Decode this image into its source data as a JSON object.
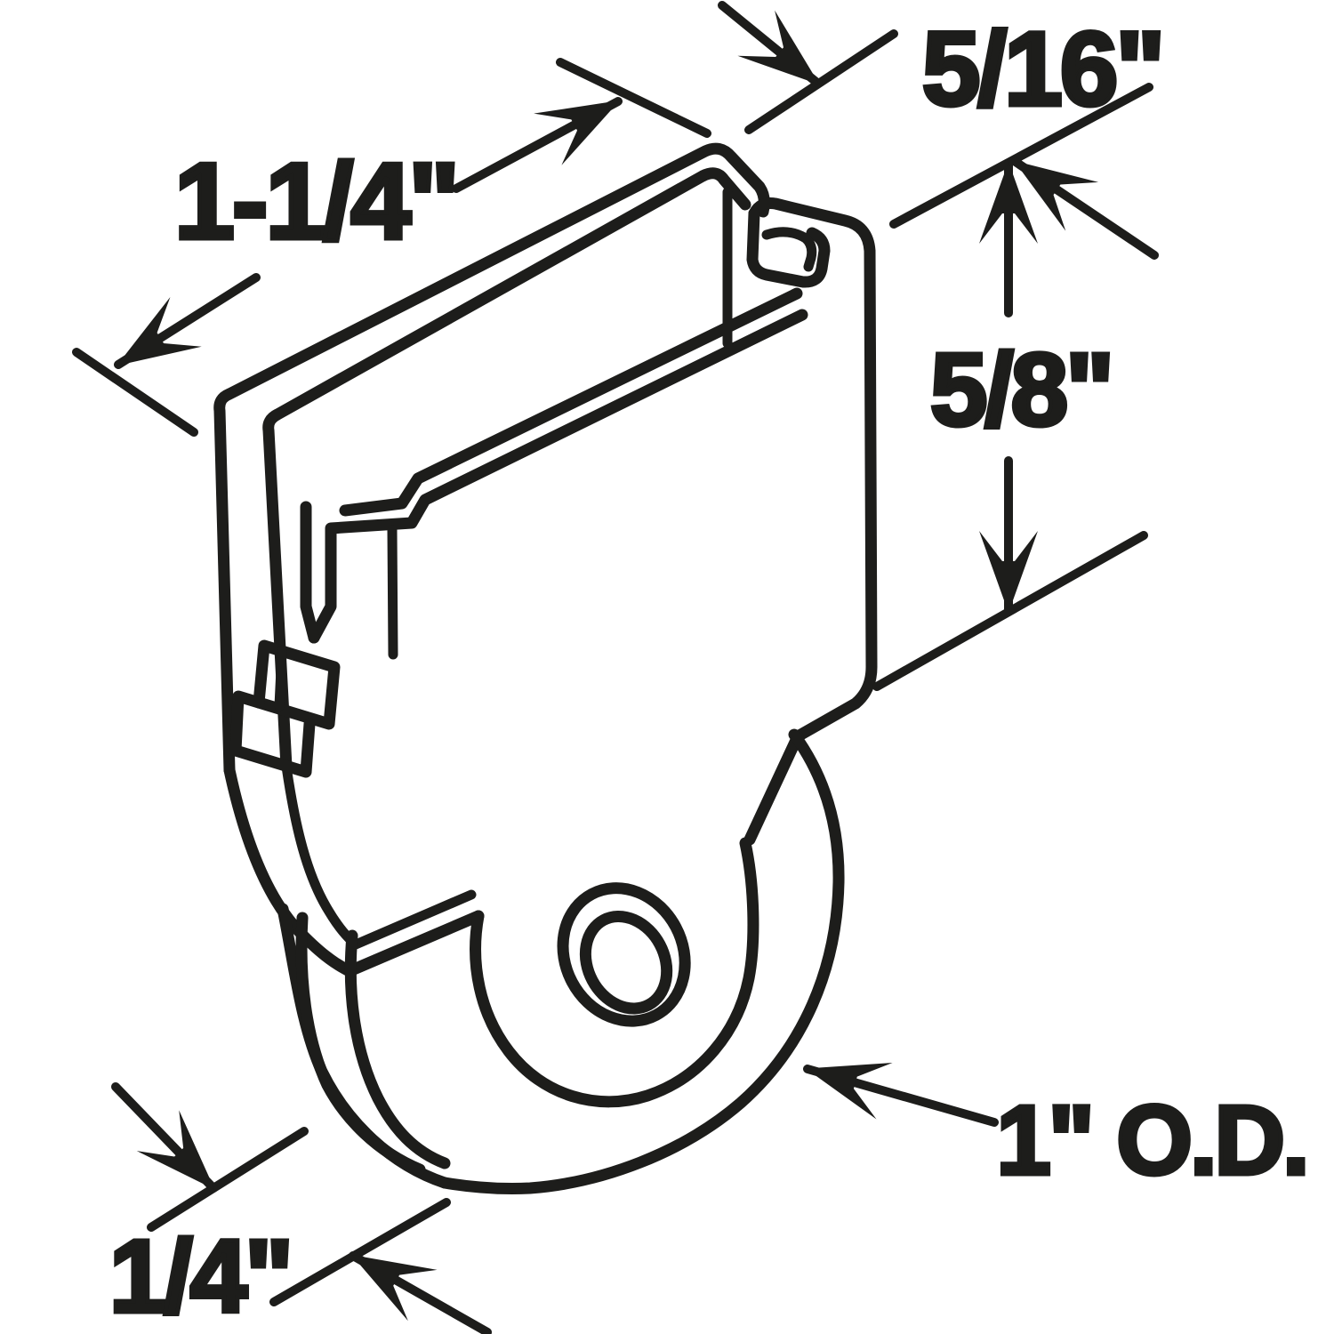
{
  "diagram": {
    "type": "technical-line-drawing",
    "subject": "sliding screen door roller assembly with dimension callouts",
    "background": "#ffffff",
    "line_color": "#1d1d1b",
    "dimensions": {
      "housing_length": "1-1/4\"",
      "channel_width": "5/16\"",
      "housing_height": "5/8\"",
      "wheel_outer_diameter": "1\" O.D.",
      "wheel_width": "1/4\""
    }
  }
}
